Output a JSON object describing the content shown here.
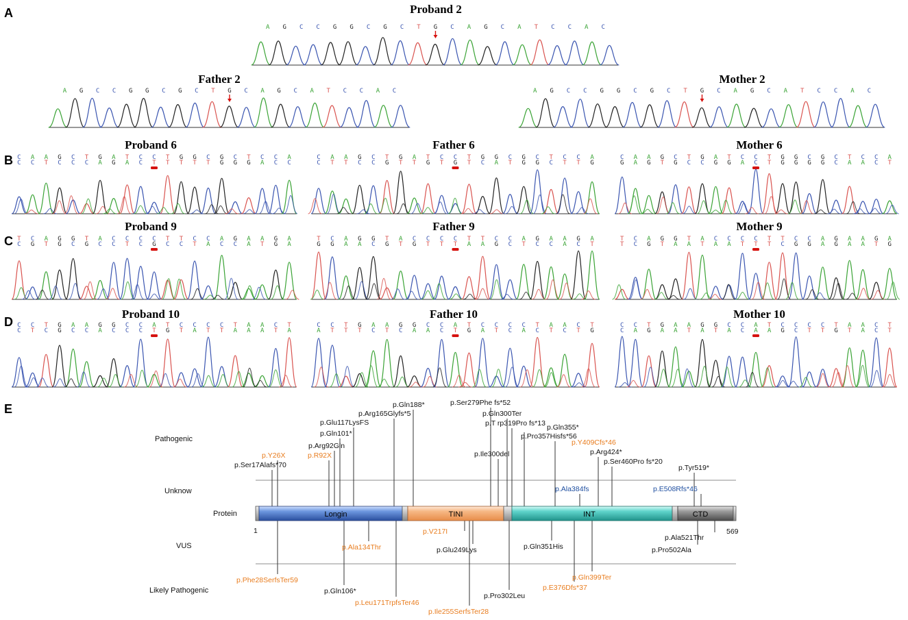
{
  "colors": {
    "A": "#3aa335",
    "C": "#3a55b0",
    "G": "#222222",
    "T": "#d9534f",
    "arrow": "#d6120f",
    "black_label": "#111111",
    "orange_label": "#e87c1e",
    "blue_label": "#1f4fa0",
    "longin": "#3f6fc4",
    "tini": "#f3a870",
    "int": "#3fc2b9",
    "ctd": "#777777"
  },
  "panels": {
    "A": {
      "letter": "A",
      "traces": [
        {
          "title": "Proband 2",
          "sequence": "AGCCGGCGCTGCAGCATCCAC",
          "marker_index": 10,
          "marker": "arrow"
        },
        {
          "title": "Father 2",
          "sequence": "AGCCGGCGCTGCAGCATCCAC",
          "marker_index": 10,
          "marker": "arrow"
        },
        {
          "title": "Mother 2",
          "sequence": "AGCCGGCGCTGCAGCATCCAC",
          "marker_index": 10,
          "marker": "arrow"
        }
      ]
    },
    "B": {
      "letter": "B",
      "traces": [
        {
          "title": "Proband 6",
          "sequence": "CAAGCTGATCCTGGCGCTCCA",
          "marker_index": 10,
          "marker": "bar"
        },
        {
          "title": "Father 6",
          "sequence": "CAAGCTGATCCTGGCGCTCCA",
          "marker_index": 10,
          "marker": "bar"
        },
        {
          "title": "Mother 6",
          "sequence": "CAAGCTGATCCTGGCGCTCCA",
          "marker_index": 10,
          "marker": "bar"
        }
      ]
    },
    "C": {
      "letter": "C",
      "traces": [
        {
          "title": "Proband 9",
          "sequence": "TCAGGTACCCCTTCCAGAAGA",
          "marker_index": 10,
          "marker": "bar"
        },
        {
          "title": "Father 9",
          "sequence": "TCAGGTACCCCTTCCAGAAGA",
          "marker_index": 10,
          "marker": "bar"
        },
        {
          "title": "Mother 9",
          "sequence": "TCAGGTACCCCTTCCAGAAGA",
          "marker_index": 10,
          "marker": "bar"
        }
      ]
    },
    "D": {
      "letter": "D",
      "traces": [
        {
          "title": "Proband 10",
          "sequence": "CCTGAAGGCCATCCCCTAACT",
          "marker_index": 10,
          "marker": "bar"
        },
        {
          "title": "Father 10",
          "sequence": "CCTGAAGGCCATCCCCTAACT",
          "marker_index": 10,
          "marker": "bar"
        },
        {
          "title": "Mother 10",
          "sequence": "CCTGAAGGCCATCCCCTAACT",
          "marker_index": 10,
          "marker": "bar"
        }
      ]
    },
    "E": {
      "letter": "E",
      "row_labels": {
        "pathogenic": "Pathogenic",
        "unknown": "Unknow",
        "protein": "Protein",
        "vus": "VUS",
        "likely_pathogenic": "Likely Pathogenic"
      },
      "protein_length": {
        "start": "1",
        "end": "569"
      },
      "domains": [
        {
          "name": "Longin",
          "color": "#3f6fc4"
        },
        {
          "name": "TINI",
          "color": "#f3a870"
        },
        {
          "name": "INT",
          "color": "#3fc2b9"
        },
        {
          "name": "CTD",
          "color": "#777777"
        }
      ],
      "pathogenic_variants": [
        {
          "label": "p.Ser17Alafs*70",
          "color": "black"
        },
        {
          "label": "p.Y26X",
          "color": "orange"
        },
        {
          "label": "p.R92X",
          "color": "orange"
        },
        {
          "label": "p.Arg92Gln",
          "color": "black"
        },
        {
          "label": "p.Gln101*",
          "color": "black"
        },
        {
          "label": "p.Glu117LysFS",
          "color": "black"
        },
        {
          "label": "p.Arg165Glyfs*5",
          "color": "black"
        },
        {
          "label": "p.Gln188*",
          "color": "black"
        },
        {
          "label": "p.Ser279Phe fs*52",
          "color": "black"
        },
        {
          "label": "p.Gln300Ter",
          "color": "black"
        },
        {
          "label": "p.T rp319Pro fs*13",
          "color": "black"
        },
        {
          "label": "p.Ile300del",
          "color": "black"
        },
        {
          "label": "p.Gln355*",
          "color": "black"
        },
        {
          "label": "p.Pro357Hisfs*56",
          "color": "black"
        },
        {
          "label": "p.Y409Cfs*46",
          "color": "orange"
        },
        {
          "label": "p.Arg424*",
          "color": "black"
        },
        {
          "label": "p.Ser460Pro fs*20",
          "color": "black"
        },
        {
          "label": "p.Tyr519*",
          "color": "black"
        }
      ],
      "unknown_variants": [
        {
          "label": "p.Ala384fs",
          "color": "blue"
        },
        {
          "label": "p.E508Rfs*46",
          "color": "blue"
        }
      ],
      "vus_variants": [
        {
          "label": "p.V217I",
          "color": "orange"
        },
        {
          "label": "p.Ala134Thr",
          "color": "orange"
        },
        {
          "label": "p.Glu249Lys",
          "color": "black"
        },
        {
          "label": "p.Gln351His",
          "color": "black"
        },
        {
          "label": "p.Ala521Thr",
          "color": "black"
        },
        {
          "label": "p.Pro502Ala",
          "color": "black"
        }
      ],
      "likely_pathogenic_variants": [
        {
          "label": "p.Phe28SerfsTer59",
          "color": "orange"
        },
        {
          "label": "p.Gln106*",
          "color": "black"
        },
        {
          "label": "p.Leu171TrpfsTer46",
          "color": "orange"
        },
        {
          "label": "p.Ile255SerfsTer28",
          "color": "orange"
        },
        {
          "label": "p.Pro302Leu",
          "color": "black"
        },
        {
          "label": "p.Gln399Ter",
          "color": "orange"
        },
        {
          "label": "p.E376Dfs*37",
          "color": "orange"
        }
      ]
    }
  }
}
